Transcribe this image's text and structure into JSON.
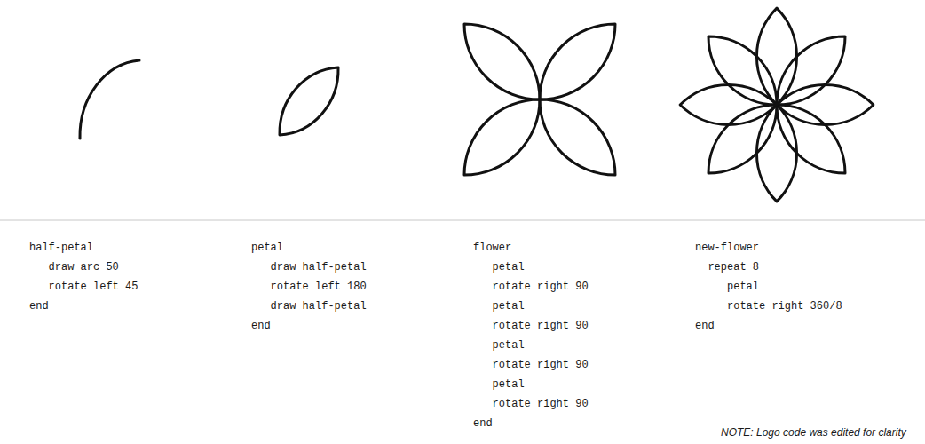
{
  "diagram": {
    "labels": [
      "half-petal",
      "draw arc 50",
      "rotate left 45",
      "end",
      "petal",
      "draw half-petal",
      "rotate left 180",
      "draw half-petal",
      "end",
      "flower",
      "petal",
      "rotate right 90",
      "petal",
      "rotate right 90",
      "petal",
      "rotate right 90",
      "petal",
      "rotate right 90",
      "end",
      "new-flower",
      "repeat 8",
      "petal",
      "rotate right 360/8",
      "end",
      "NOTE: Logo code was edited for clarity"
    ]
  }
}
